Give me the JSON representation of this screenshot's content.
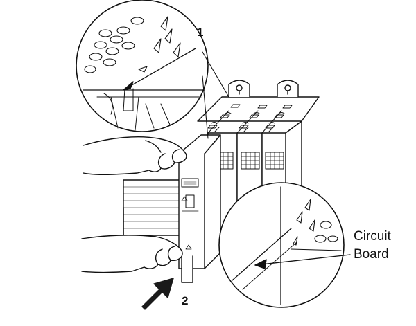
{
  "figure": {
    "callouts": [
      {
        "id": "1",
        "text": "1"
      },
      {
        "id": "2",
        "text": "2"
      }
    ],
    "circuit_board_label": [
      "Circuit",
      "Board"
    ],
    "colors": {
      "ink": "#111111",
      "paper": "#ffffff",
      "arrow_fill": "#1a1a1a"
    }
  }
}
